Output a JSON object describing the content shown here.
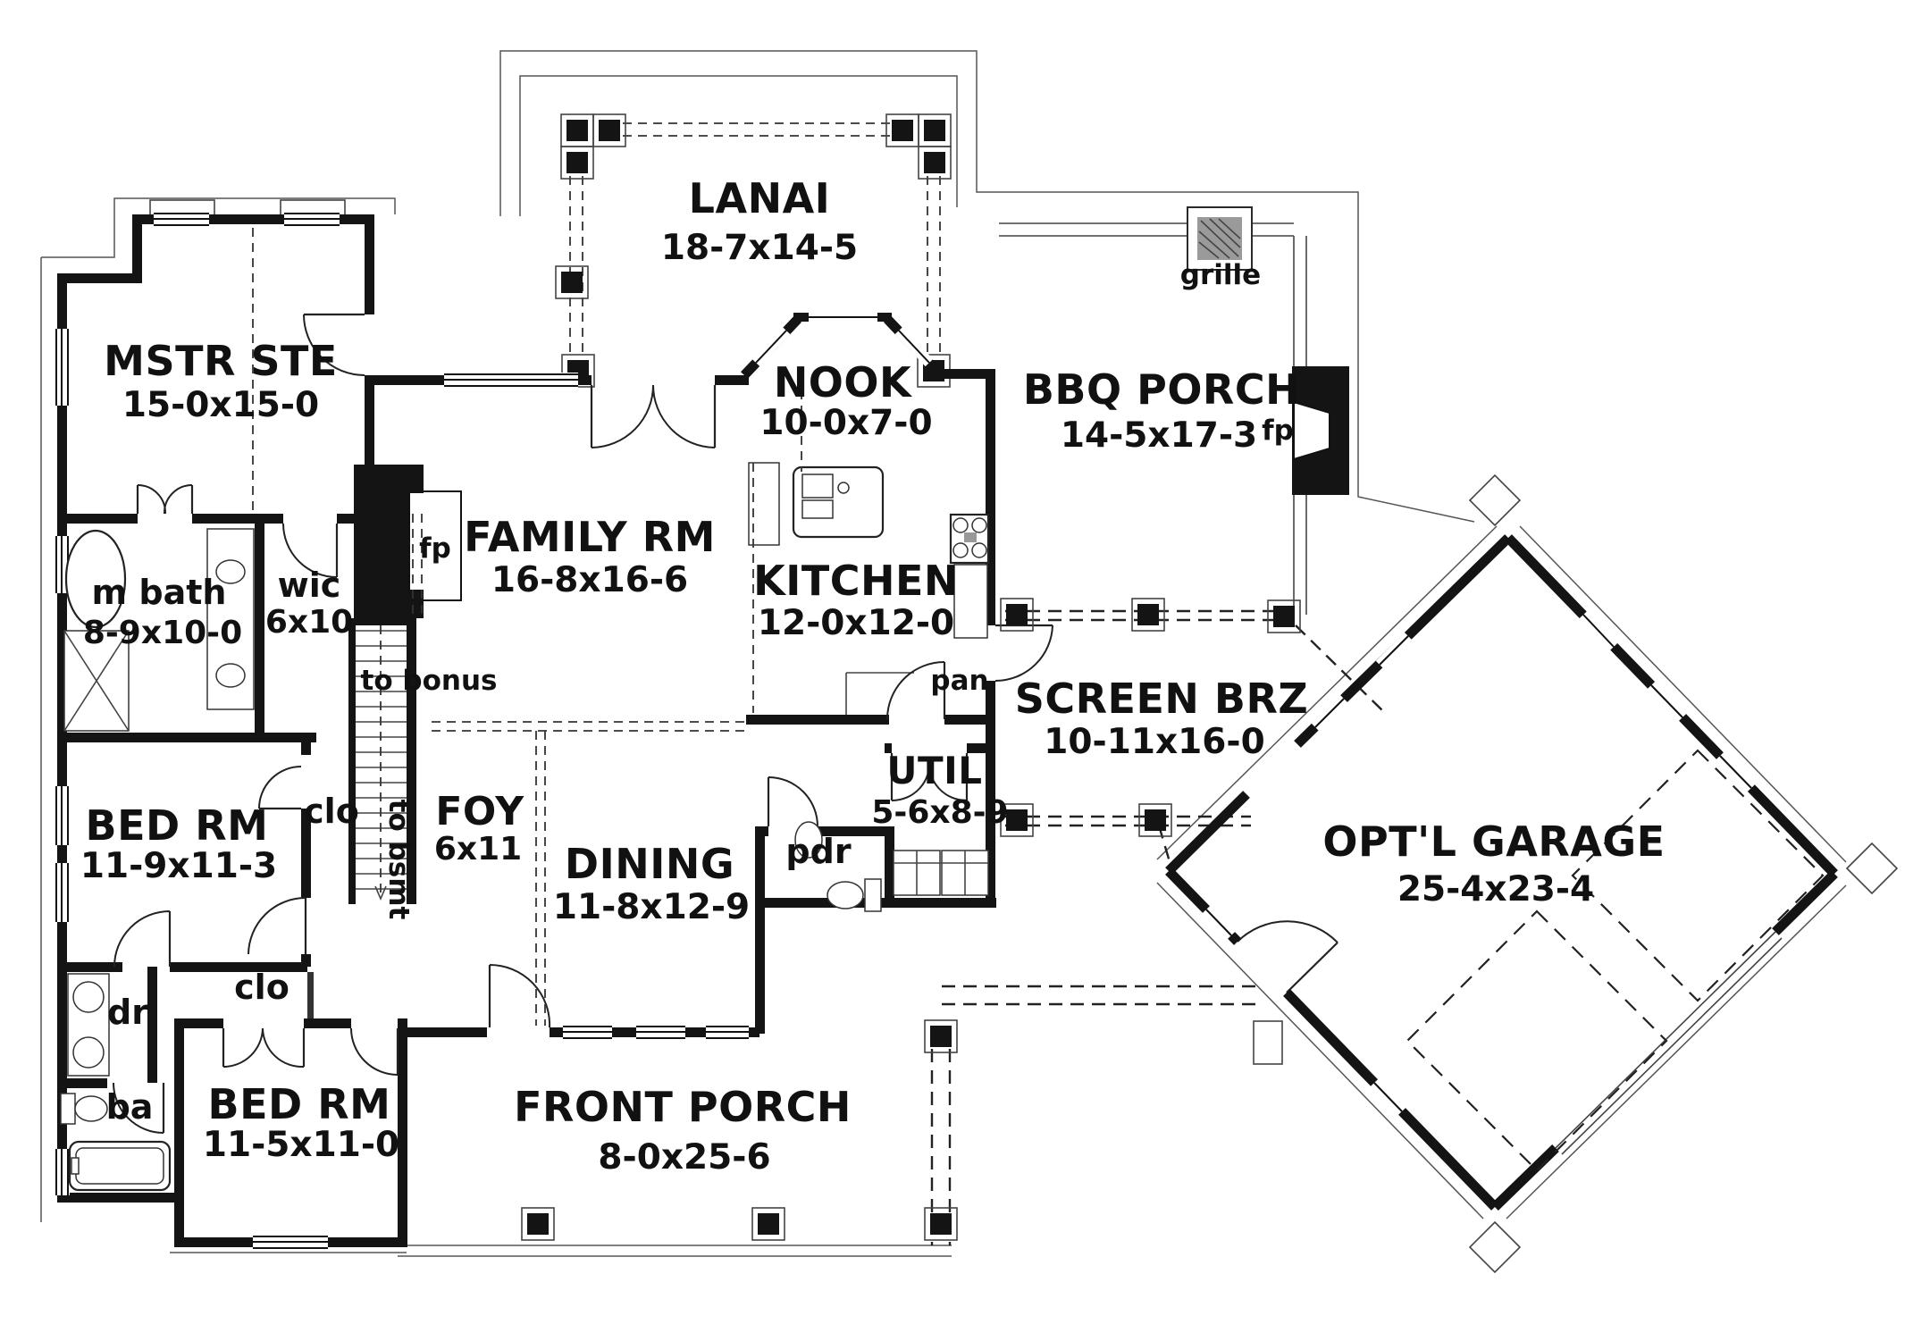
{
  "document": {
    "type": "architectural-floor-plan",
    "style": "first-floor plan, black line drawing on white"
  },
  "colors": {
    "ink": "#141414",
    "paper": "#ffffff"
  },
  "labels": {
    "lanai": {
      "name": "LANAI",
      "dims": "18-7x14-5"
    },
    "mstr": {
      "name": "MSTR STE",
      "dims": "15-0x15-0"
    },
    "mbath": {
      "name": "m bath",
      "dims": "8-9x10-0"
    },
    "wic": {
      "name": "wic",
      "dims": "6x10"
    },
    "family": {
      "name": "FAMILY RM",
      "dims": "16-8x16-6"
    },
    "nook": {
      "name": "NOOK",
      "dims": "10-0x7-0"
    },
    "kitchen": {
      "name": "KITCHEN",
      "dims": "12-0x12-0"
    },
    "bbq_porch": {
      "name": "BBQ PORCH",
      "dims": "14-5x17-3"
    },
    "screen_brz": {
      "name": "SCREEN BRZ",
      "dims": "10-11x16-0"
    },
    "bed_rm_1": {
      "name": "BED RM",
      "dims": "11-9x11-3"
    },
    "bed_rm_2": {
      "name": "BED RM",
      "dims": "11-5x11-0"
    },
    "dining": {
      "name": "DINING",
      "dims": "11-8x12-9"
    },
    "foyer": {
      "name": "FOY",
      "dims": "6x11"
    },
    "util": {
      "name": "UTIL",
      "dims": "5-6x8-9"
    },
    "garage": {
      "name": "OPT'L GARAGE",
      "dims": "25-4x23-4"
    },
    "front_porch": {
      "name": "FRONT PORCH",
      "dims": "8-0x25-6"
    }
  },
  "tags": {
    "fireplace_family": "fp",
    "fireplace_bbq": "fp",
    "grille": "grille",
    "pantry": "pan",
    "powder": "pdr",
    "closet_1": "clo",
    "closet_2": "clo",
    "dressing": "dr",
    "bath_2": "ba",
    "to_bonus": "to bonus",
    "to_bsmt": "to bsmt"
  }
}
